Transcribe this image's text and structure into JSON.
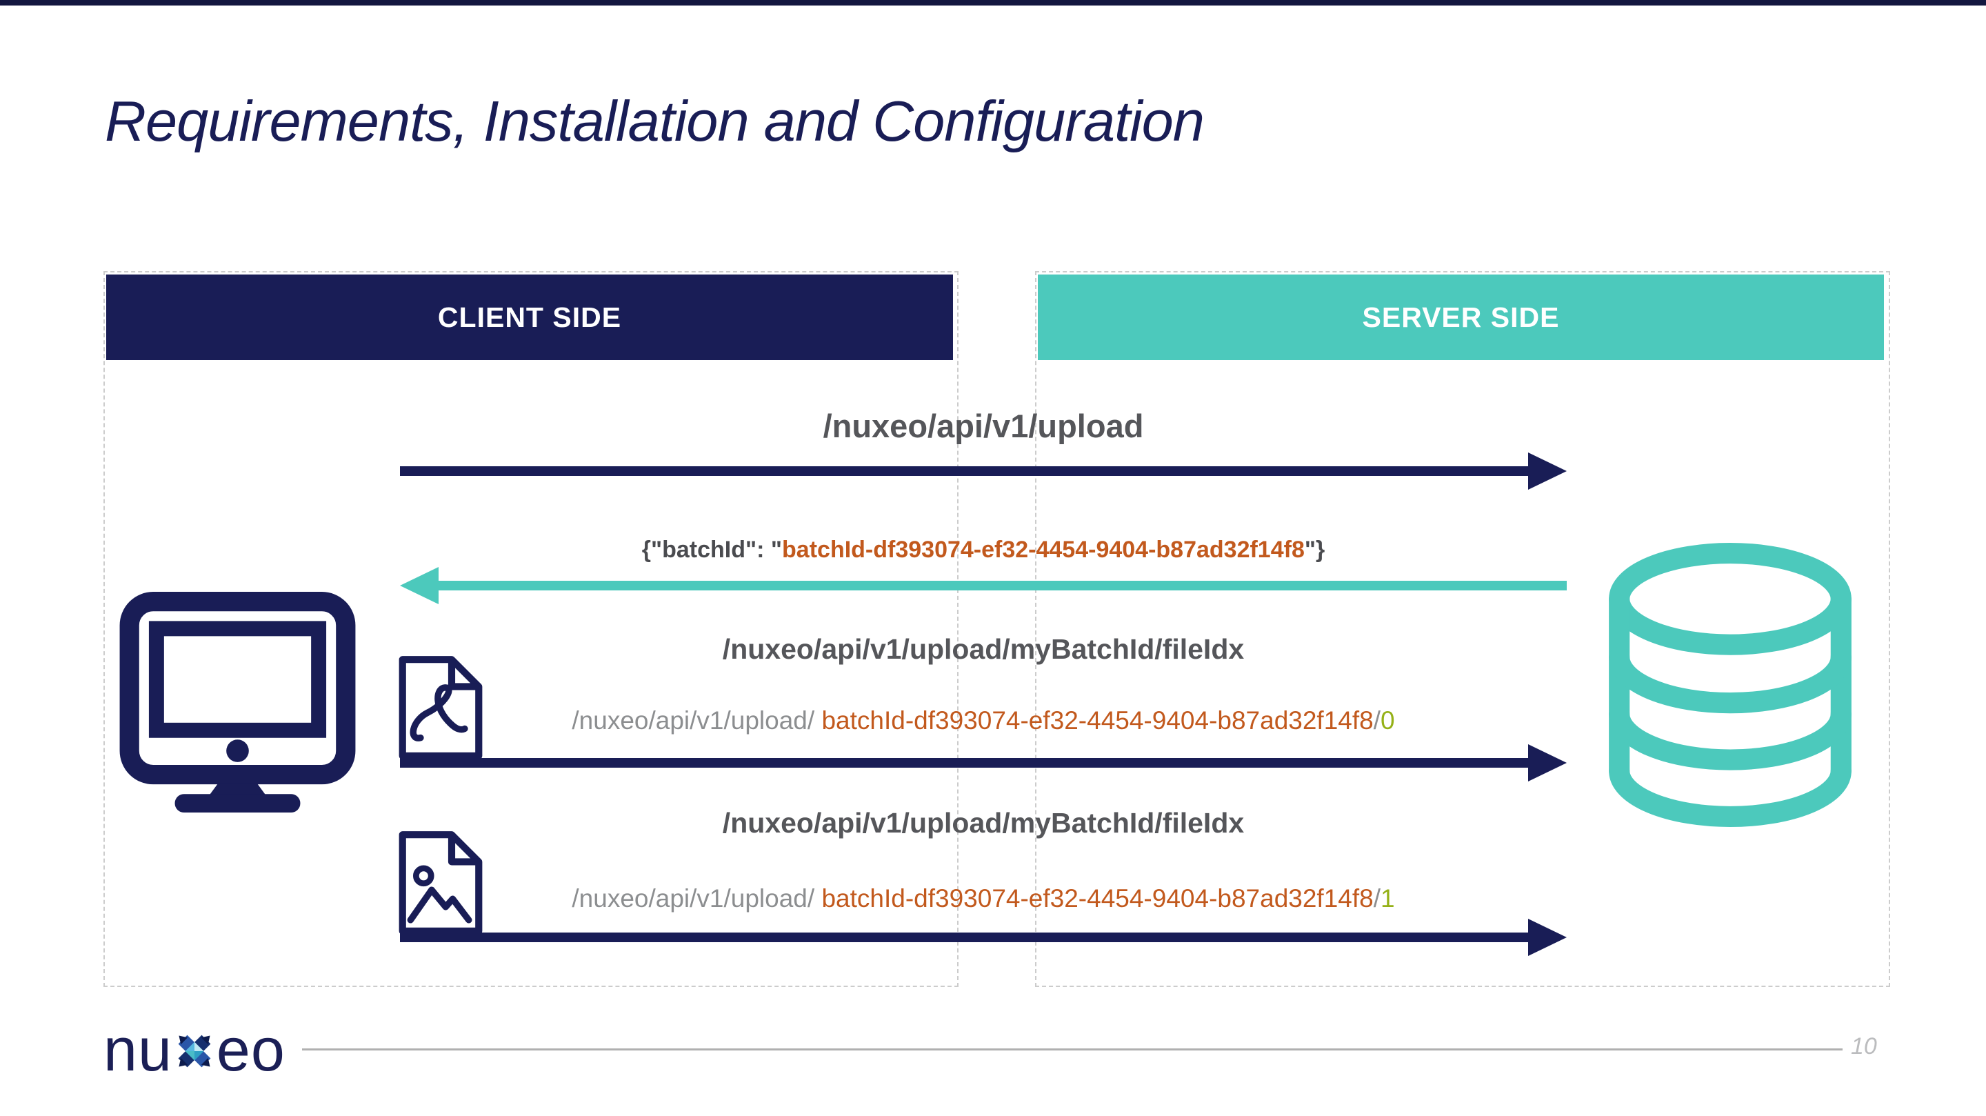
{
  "slide": {
    "title": "Requirements, Installation and Configuration",
    "page_number": "10"
  },
  "panels": {
    "client": {
      "label": "CLIENT SIDE"
    },
    "server": {
      "label": "SERVER SIDE"
    }
  },
  "flows": {
    "upload": {
      "label": "/nuxeo/api/v1/upload",
      "direction": "right"
    },
    "batch_response": {
      "json_prefix": "{\"batchId\": \"",
      "json_value": "batchId-df393074-ef32-4454-9404-b87ad32f14f8",
      "json_suffix": "\"}",
      "direction": "left"
    },
    "file0": {
      "label": "/nuxeo/api/v1/upload/myBatchId/fileIdx",
      "url_prefix": "/nuxeo/api/v1/upload/ ",
      "url_batch": "batchId-df393074-ef32-4454-9404-b87ad32f14f8",
      "url_separator": "/",
      "url_index": "0",
      "direction": "right"
    },
    "file1": {
      "label": "/nuxeo/api/v1/upload/myBatchId/fileIdx",
      "url_prefix": "/nuxeo/api/v1/upload/ ",
      "url_batch": "batchId-df393074-ef32-4454-9404-b87ad32f14f8",
      "url_separator": "/",
      "url_index": "1",
      "direction": "right"
    }
  },
  "footer": {
    "logo_nu": "nu",
    "logo_eo": "eo"
  },
  "icons": {
    "client": "desktop-computer-icon",
    "server": "database-icon",
    "file0": "pdf-file-icon",
    "file1": "image-file-icon"
  },
  "colors": {
    "navy": "#191d56",
    "teal": "#4cc9bc",
    "label_gray": "#55565a",
    "url_gray": "#8c8e90",
    "batch_orange": "#c2591d",
    "index_green": "#95b117",
    "dashed_border": "#cccccc"
  }
}
